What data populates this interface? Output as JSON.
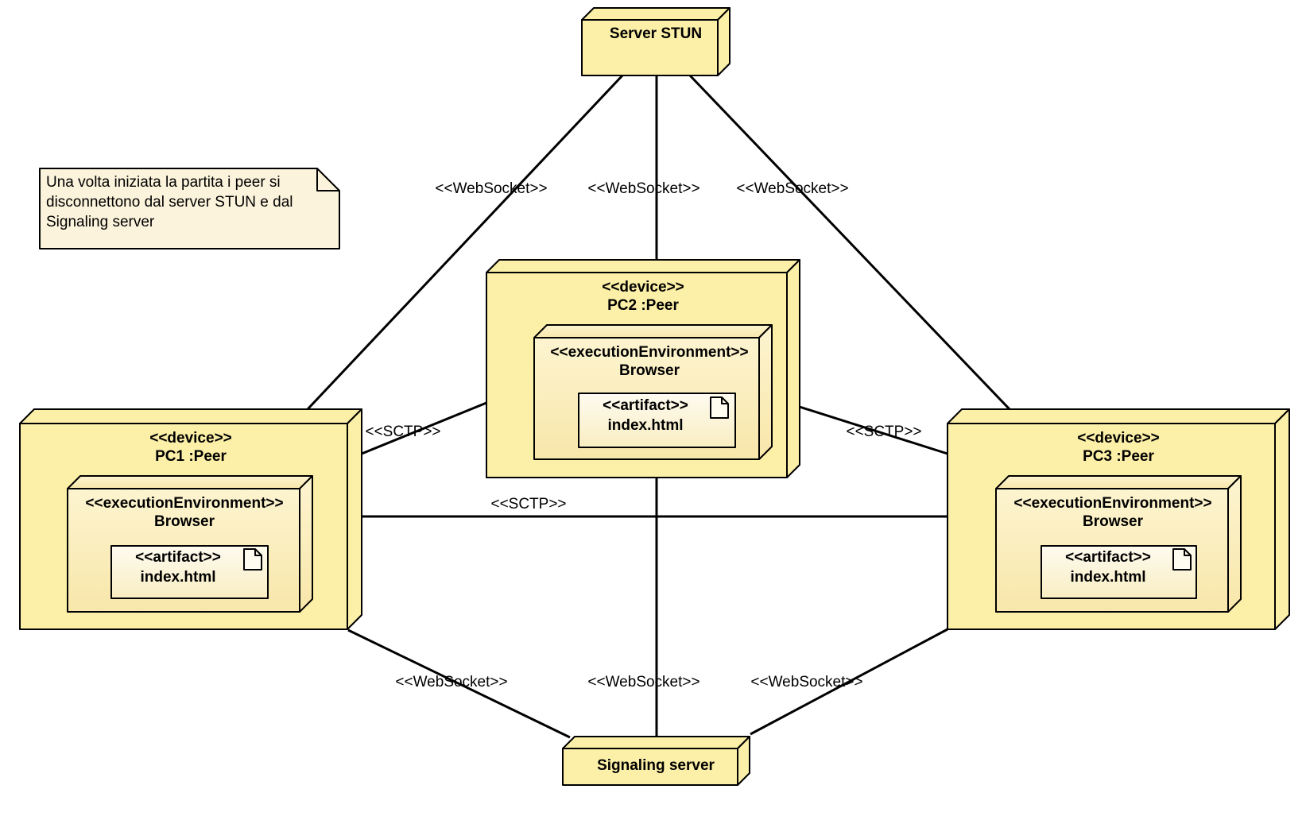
{
  "nodes": {
    "stun": {
      "title": "Server STUN"
    },
    "signaling": {
      "title": "Signaling server"
    },
    "pc1": {
      "stereotype": "<<device>>",
      "name": "PC1 :Peer",
      "env": {
        "stereotype": "<<executionEnvironment>>",
        "name": "Browser"
      },
      "artifact": {
        "stereotype": "<<artifact>>",
        "name": "index.html"
      }
    },
    "pc2": {
      "stereotype": "<<device>>",
      "name": "PC2 :Peer",
      "env": {
        "stereotype": "<<executionEnvironment>>",
        "name": "Browser"
      },
      "artifact": {
        "stereotype": "<<artifact>>",
        "name": "index.html"
      }
    },
    "pc3": {
      "stereotype": "<<device>>",
      "name": "PC3 :Peer",
      "env": {
        "stereotype": "<<executionEnvironment>>",
        "name": "Browser"
      },
      "artifact": {
        "stereotype": "<<artifact>>",
        "name": "index.html"
      }
    }
  },
  "note": {
    "text": "Una volta iniziata la partita i peer si disconnettono dal server STUN e dal Signaling server"
  },
  "edges": {
    "ws_stun_pc1": {
      "label": "<<WebSocket>>"
    },
    "ws_stun_pc2": {
      "label": "<<WebSocket>>"
    },
    "ws_stun_pc3": {
      "label": "<<WebSocket>>"
    },
    "sctp_pc1_pc2": {
      "label": "<<SCTP>>"
    },
    "sctp_pc2_pc3": {
      "label": "<<SCTP>>"
    },
    "sctp_pc1_pc3": {
      "label": "<<SCTP>>"
    },
    "ws_pc1_signaling": {
      "label": "<<WebSocket>>"
    },
    "ws_pc2_signaling": {
      "label": "<<WebSocket>>"
    },
    "ws_pc3_signaling": {
      "label": "<<WebSocket>>"
    }
  },
  "colors": {
    "stroke": "#000000",
    "node_fill": "#FCEFA7",
    "env_fill_top": "#FDF4D0",
    "env_fill_bottom": "#F8E7AA",
    "artifact_fill_top": "#FEFBF0",
    "artifact_fill_bottom": "#F9EDC2",
    "note_fill": "#FBF3DB"
  }
}
